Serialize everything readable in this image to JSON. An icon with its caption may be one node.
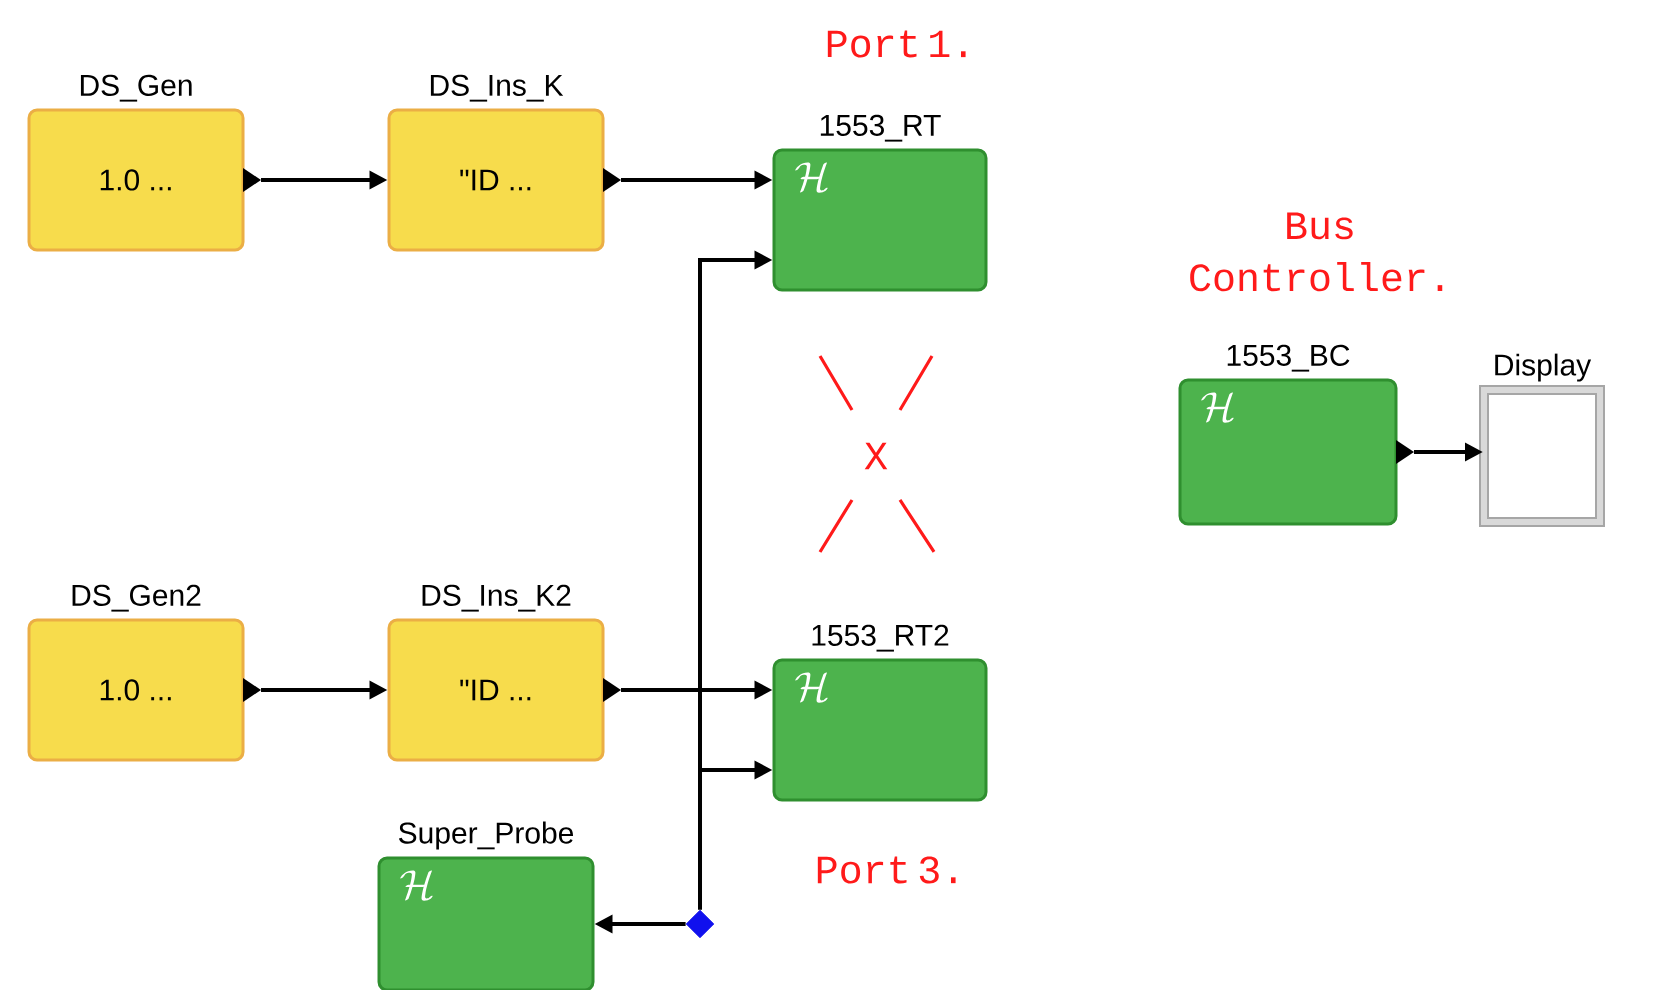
{
  "diagram": {
    "nodes": [
      {
        "text": [
          "DS_Gen",
          "1.0 ..."
        ]
      },
      {
        "text": [
          "DS_Ins_K",
          "\"ID ..."
        ]
      },
      {
        "text": [
          "1553_RT",
          "\\mathcal{H}"
        ]
      },
      {
        "text": [
          "1553_BC",
          "\\mathcal{H}"
        ]
      },
      {
        "text": [
          "Display"
        ]
      },
      {
        "text": [
          "DS_Gen2",
          "1.0 ..."
        ]
      },
      {
        "text": [
          "DS_Ins_K2",
          "\"ID ..."
        ]
      },
      {
        "text": [
          "1553_RT2",
          "\\mathcal{H}"
        ]
      },
      {
        "text": [
          "Super_Probe",
          "\\mathcal{H}"
        ]
      },
      {
        "text": [],
        "shape": "diamond"
      }
    ],
    "edges": [
      {
        "from": 0,
        "to": 1,
        "arrow": "to"
      },
      {
        "from": 1,
        "to": 2,
        "arrow": "to"
      },
      {
        "from": 3,
        "to": 4,
        "arrow": "to"
      },
      {
        "from": 5,
        "to": 6,
        "arrow": "to"
      },
      {
        "from": 6,
        "to": 7,
        "arrow": "to"
      },
      {
        "from": 9,
        "to": 2,
        "arrow": "to"
      },
      {
        "from": 9,
        "to": 7,
        "arrow": "to"
      },
      {
        "from": 9,
        "to": 8,
        "arrow": "to"
      }
    ],
    "labels": [
      "Port 1.",
      "Bus Controller.",
      "X",
      "Port 3."
    ]
  }
}
